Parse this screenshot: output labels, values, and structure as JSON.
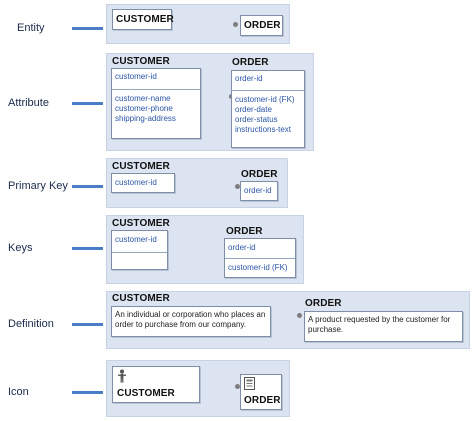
{
  "rows": {
    "entity": {
      "label": "Entity",
      "customer_title": "CUSTOMER",
      "order_title": "ORDER"
    },
    "attribute": {
      "label": "Attribute",
      "customer_title": "CUSTOMER",
      "customer_key": "customer-id",
      "customer_attrs": [
        "customer-name",
        "customer-phone",
        "shipping-address"
      ],
      "order_title": "ORDER",
      "order_key": "order-id",
      "order_attrs": [
        "customer-id (FK)",
        "order-date",
        "order-status",
        "instructions-text"
      ]
    },
    "primary_key": {
      "label": "Primary Key",
      "customer_title": "CUSTOMER",
      "customer_key": "customer-id",
      "order_title": "ORDER",
      "order_key": "order-id"
    },
    "keys": {
      "label": "Keys",
      "customer_title": "CUSTOMER",
      "customer_key": "customer-id",
      "order_title": "ORDER",
      "order_key": "order-id",
      "order_fk": "customer-id (FK)"
    },
    "definition": {
      "label": "Definition",
      "customer_title": "CUSTOMER",
      "customer_desc": "An individual or corporation who places an order to purchase from our company.",
      "order_title": "ORDER",
      "order_desc": "A product requested by the customer for purchase."
    },
    "icon": {
      "label": "Icon",
      "customer_title": "CUSTOMER",
      "order_title": "ORDER",
      "customer_icon": "person-icon",
      "order_icon": "document-icon"
    }
  }
}
